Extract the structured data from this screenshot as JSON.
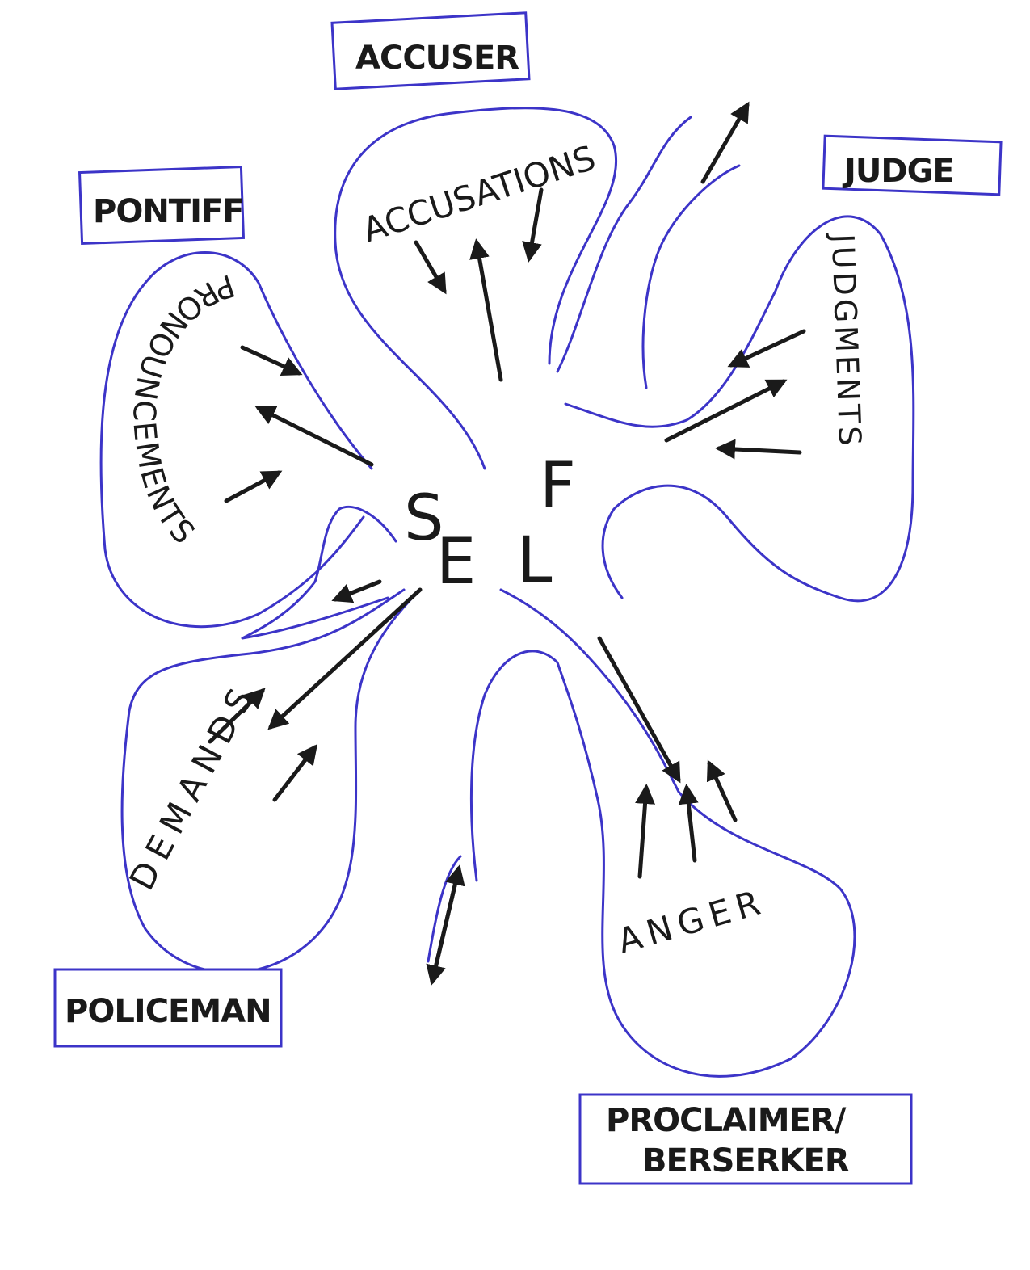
{
  "colors": {
    "ink": "#1a1a1a",
    "outline": "#3c34c8"
  },
  "center": {
    "letters": [
      "S",
      "E",
      "L",
      "F"
    ]
  },
  "roles": {
    "accuser": "ACCUSER",
    "pontiff": "PONTIFF",
    "judge": "JUDGE",
    "policeman": "POLICEMAN",
    "proclaimer_line1": "PROCLAIMER/",
    "proclaimer_line2": "BERSERKER"
  },
  "lobes": {
    "accusations": "ACCUSATIONS",
    "pronouncements": "PRONOUNCEMENTS",
    "judgments": "JUDGMENTS",
    "demands": "DEMANDS",
    "anger": "ANGER"
  }
}
